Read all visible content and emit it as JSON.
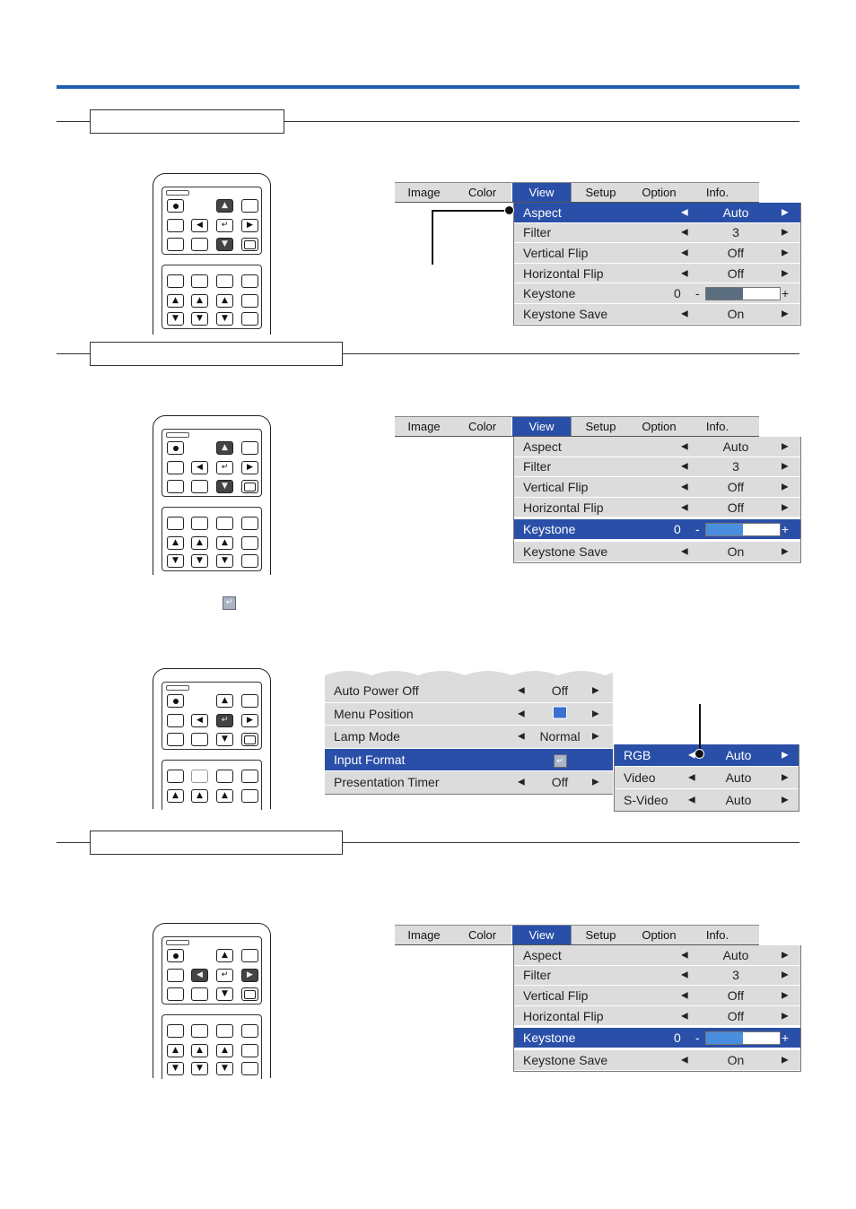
{
  "menu": {
    "tabs": [
      "Image",
      "Color",
      "View",
      "Setup",
      "Option",
      "Info."
    ],
    "active_tab": "View"
  },
  "view_menu": {
    "aspect": {
      "label": "Aspect",
      "value": "Auto"
    },
    "filter": {
      "label": "Filter",
      "value": "3"
    },
    "vertical_flip": {
      "label": "Vertical Flip",
      "value": "Off"
    },
    "horizontal_flip": {
      "label": "Horizontal Flip",
      "value": "Off"
    },
    "keystone": {
      "label": "Keystone",
      "value": "0",
      "minus": "-",
      "plus": "+"
    },
    "keystone_save": {
      "label": "Keystone Save",
      "value": "On"
    }
  },
  "option_menu": {
    "auto_power_off": {
      "label": "Auto Power Off",
      "value": "Off"
    },
    "menu_position": {
      "label": "Menu Position"
    },
    "lamp_mode": {
      "label": "Lamp Mode",
      "value": "Normal"
    },
    "input_format": {
      "label": "Input Format"
    },
    "presentation_timer": {
      "label": "Presentation Timer",
      "value": "Off"
    }
  },
  "input_format_submenu": {
    "rgb": {
      "label": "RGB",
      "value": "Auto"
    },
    "video": {
      "label": "Video",
      "value": "Auto"
    },
    "svideo": {
      "label": "S-Video",
      "value": "Auto"
    }
  },
  "glyphs": {
    "left_arrow": "◀",
    "right_arrow": "▶",
    "up": "▲",
    "down": "▼",
    "enter": "↵"
  },
  "colors": {
    "accent": "#1e5fb0",
    "highlight": "#2a4fa8",
    "slider_fill": "#4a8ee0",
    "slider_grey": "#5a6e80"
  }
}
